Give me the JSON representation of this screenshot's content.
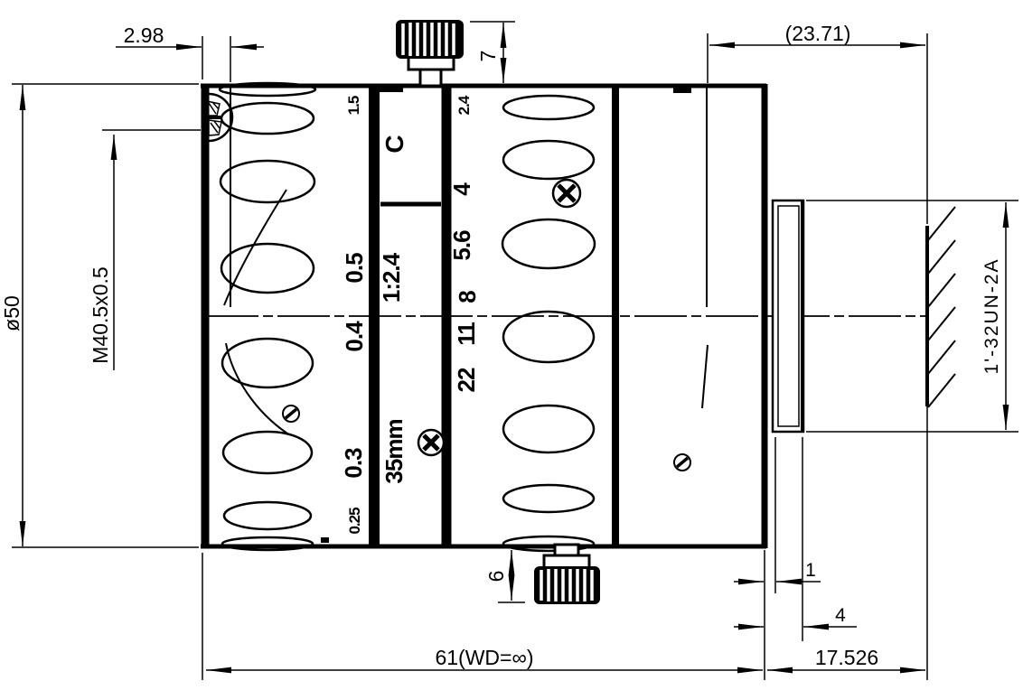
{
  "colors": {
    "line": "#000000",
    "background": "#ffffff"
  },
  "dims": {
    "front_step": "2.98",
    "knob_top": "7",
    "optical_length": "(23.71)",
    "diameter": "ø50",
    "filter_thread": "M40.5x0.5",
    "mount_thread": "1'-32UN-2A",
    "relief": "1",
    "thread_len": "4",
    "ffd": "17.526",
    "length": "61(WD=∞)",
    "knob_bottom": "6"
  },
  "labels": {
    "mount": "C",
    "aperture_ratio": "1:2.4",
    "focal_length": "35mm"
  },
  "focus_scale": [
    "1.5",
    "0.5",
    "0.4",
    "0.3",
    "0.25"
  ],
  "aperture_scale": [
    "2.4",
    "4",
    "5.6",
    "8",
    "11",
    "22"
  ]
}
